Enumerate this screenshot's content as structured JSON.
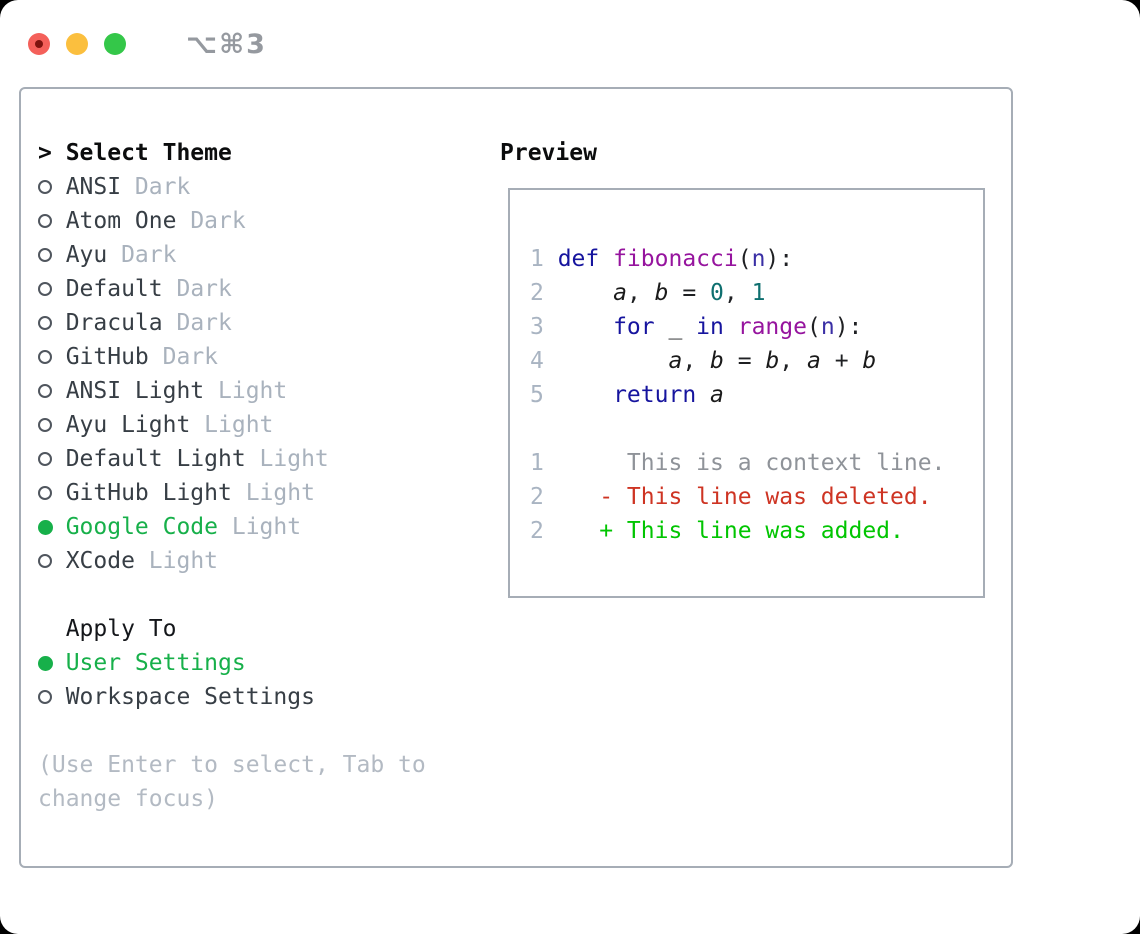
{
  "window": {
    "title": "⌥⌘3",
    "traffic_lights": [
      {
        "name": "close-button",
        "color": "#f4605a",
        "inner_dot": "#7d130e"
      },
      {
        "name": "minimize-button",
        "color": "#fbbf3e"
      },
      {
        "name": "zoom-button",
        "color": "#34c749"
      }
    ]
  },
  "left_panel": {
    "header": {
      "cursor": ">",
      "label": "Select Theme"
    },
    "themes": [
      {
        "name": "ANSI",
        "variant": "Dark",
        "selected": false
      },
      {
        "name": "Atom One",
        "variant": "Dark",
        "selected": false
      },
      {
        "name": "Ayu",
        "variant": "Dark",
        "selected": false
      },
      {
        "name": "Default",
        "variant": "Dark",
        "selected": false
      },
      {
        "name": "Dracula",
        "variant": "Dark",
        "selected": false
      },
      {
        "name": "GitHub",
        "variant": "Dark",
        "selected": false
      },
      {
        "name": "ANSI Light",
        "variant": "Light",
        "selected": false
      },
      {
        "name": "Ayu Light",
        "variant": "Light",
        "selected": false
      },
      {
        "name": "Default Light",
        "variant": "Light",
        "selected": false
      },
      {
        "name": "GitHub Light",
        "variant": "Light",
        "selected": false
      },
      {
        "name": "Google Code",
        "variant": "Light",
        "selected": true
      },
      {
        "name": "XCode",
        "variant": "Light",
        "selected": false
      }
    ],
    "apply_to": {
      "label": "Apply To",
      "options": [
        {
          "label": "User Settings",
          "selected": true
        },
        {
          "label": "Workspace Settings",
          "selected": false
        }
      ]
    },
    "help_text": "(Use Enter to select, Tab to change focus)"
  },
  "preview": {
    "label": "Preview",
    "lines": [
      {
        "num": "1",
        "segs": [
          [
            "def ",
            "keyword"
          ],
          [
            "fibonacci",
            "function"
          ],
          [
            "(",
            "plain"
          ],
          [
            "n",
            "param"
          ],
          [
            "):",
            "plain"
          ]
        ]
      },
      {
        "num": "2",
        "segs": [
          [
            "    ",
            "plain"
          ],
          [
            "a",
            "variable"
          ],
          [
            ", ",
            "plain"
          ],
          [
            "b",
            "variable"
          ],
          [
            " = ",
            "plain"
          ],
          [
            "0",
            "number"
          ],
          [
            ", ",
            "plain"
          ],
          [
            "1",
            "number"
          ]
        ]
      },
      {
        "num": "3",
        "segs": [
          [
            "    ",
            "plain"
          ],
          [
            "for",
            "keyword"
          ],
          [
            " _ ",
            "plain"
          ],
          [
            "in",
            "keyword"
          ],
          [
            " ",
            "plain"
          ],
          [
            "range",
            "function"
          ],
          [
            "(",
            "plain"
          ],
          [
            "n",
            "param"
          ],
          [
            "):",
            "plain"
          ]
        ]
      },
      {
        "num": "4",
        "segs": [
          [
            "        ",
            "plain"
          ],
          [
            "a",
            "variable"
          ],
          [
            ", ",
            "plain"
          ],
          [
            "b",
            "variable"
          ],
          [
            " = ",
            "plain"
          ],
          [
            "b",
            "variable"
          ],
          [
            ", ",
            "plain"
          ],
          [
            "a",
            "variable"
          ],
          [
            " + ",
            "plain"
          ],
          [
            "b",
            "variable"
          ]
        ]
      },
      {
        "num": "5",
        "segs": [
          [
            "    ",
            "plain"
          ],
          [
            "return",
            "keyword"
          ],
          [
            " ",
            "plain"
          ],
          [
            "a",
            "variable"
          ]
        ]
      },
      {
        "blank": true
      },
      {
        "num": "1",
        "segs": [
          [
            "     This is a context line.",
            "context"
          ]
        ]
      },
      {
        "num": "2",
        "segs": [
          [
            "   ",
            "plain"
          ],
          [
            "- This line was deleted.",
            "deleted"
          ]
        ]
      },
      {
        "num": "2",
        "segs": [
          [
            "   ",
            "plain"
          ],
          [
            "+ This line was added.",
            "added"
          ]
        ]
      }
    ]
  },
  "colors": {
    "selected_green": "#17b04a",
    "diff_added": "#01c501",
    "diff_deleted": "#ce3423",
    "diff_context": "#8f9399",
    "keyword_blue": "#16149e",
    "function_purple": "#96149e",
    "number_teal": "#0e6f6f",
    "line_number_gray": "#a9b4c2",
    "variant_gray": "#a9b2bd",
    "panel_border": "#a6adb6"
  }
}
